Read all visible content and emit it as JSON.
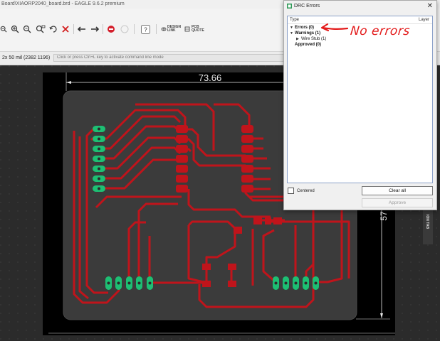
{
  "window": {
    "title": "Board\\XIAORP2040_board.brd - EAGLE 9.6.2 premium"
  },
  "toolbar": {
    "icons": [
      "zoom-out-icon",
      "zoom-in-icon",
      "zoom-fit-icon",
      "zoom-area-icon",
      "redraw-icon",
      "delete-x-icon",
      "undo-icon",
      "redo-icon",
      "stop-icon",
      "go-icon",
      "help-icon"
    ],
    "design_link_label": "DESIGN\nLINK",
    "pcb_quote_label": "PCB\nQUOTE"
  },
  "command_bar": {
    "grid_readout": "2x 50 mil (2382 1196)",
    "command_placeholder": "Click or press Ctrl+L key to activate command line mode"
  },
  "board": {
    "dimension_horizontal": "73.66",
    "dimension_vertical": "57"
  },
  "drc_dialog": {
    "title": "DRC Errors",
    "columns": {
      "type": "Type",
      "layer": "Layer"
    },
    "rows": [
      {
        "label": "Errors (0)",
        "level": 0,
        "bold": true
      },
      {
        "label": "Warnings (1)",
        "level": 0,
        "bold": true
      },
      {
        "label": "Wire Stub (1)",
        "level": 1,
        "bold": false
      },
      {
        "label": "Approved (0)",
        "level": 0,
        "bold": true
      }
    ],
    "centered_label": "Centered",
    "centered_checked": false,
    "clear_all_label": "Clear all",
    "approve_label": "Approve"
  },
  "annotation": {
    "text": "No errors",
    "color": "#e31b1b"
  },
  "side_tab": {
    "label": "ION TAB"
  },
  "colors": {
    "trace": "#c0141b",
    "pad": "#1dbf73",
    "board": "#3b3b3b",
    "outline": "#d9d9d9"
  }
}
